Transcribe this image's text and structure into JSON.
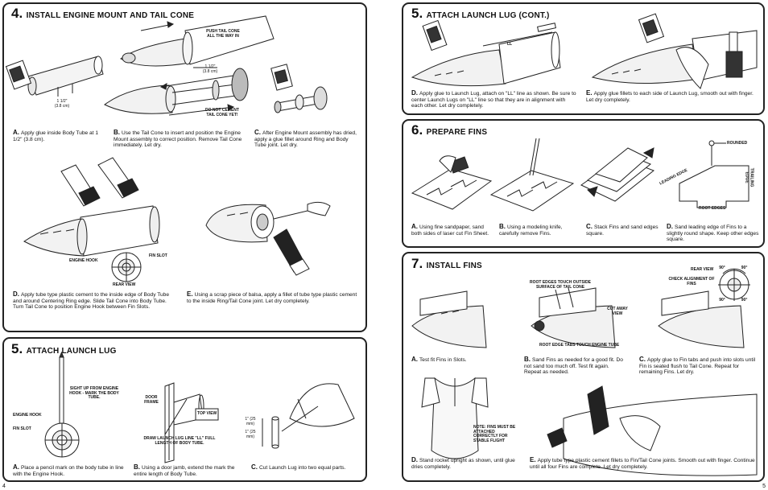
{
  "pages": {
    "left": "4",
    "right": "5"
  },
  "s4": {
    "number": "4.",
    "title": "INSTALL ENGINE MOUNT AND TAIL CONE",
    "labels": {
      "push": "PUSH TAIL CONE ALL THE WAY IN",
      "dim1": "1 1/2\" (3.8 cm)",
      "dim2": "1 1/2\" (3.8 cm)",
      "donot": "DO NOT CEMENT TAIL CONE YET!",
      "hook": "ENGINE HOOK",
      "fin_slot": "FIN SLOT",
      "rear": "REAR VIEW"
    },
    "steps": [
      {
        "letter": "A.",
        "text": "Apply glue inside Body Tube at 1 1/2\" (3.8 cm)."
      },
      {
        "letter": "B.",
        "text": "Use the Tail Cone to insert and position the Engine Mount assembly to correct position. Remove Tail Cone immediately. Let dry."
      },
      {
        "letter": "C.",
        "text": "After Engine Mount assembly has dried, apply a glue fillet around Ring and Body Tube joint. Let dry."
      },
      {
        "letter": "D.",
        "text": "Apply tube type plastic cement to the inside edge of Body Tube and around Centering Ring edge. Slide Tail Cone into Body Tube. Turn Tail Cone to position Engine Hook between Fin Slots."
      },
      {
        "letter": "E.",
        "text": "Using a scrap piece of balsa, apply a fillet of tube type plastic cement to the inside Ring/Tail Cone joint. Let dry completely."
      }
    ]
  },
  "s5": {
    "number": "5.",
    "title": "ATTACH LAUNCH LUG",
    "labels": {
      "sight": "SIGHT UP FROM ENGINE HOOK - MARK THE BODY TUBE.",
      "hook": "ENGINE HOOK",
      "fin_slot": "FIN SLOT",
      "door": "DOOR FRAME",
      "top": "TOP VIEW",
      "draw": "DRAW LAUNCH LUG LINE \"LL\" FULL LENGTH OF BODY TUBE.",
      "one_a": "1\" (25 mm)",
      "one_b": "1\" (25 mm)"
    },
    "steps": [
      {
        "letter": "A.",
        "text": "Place a pencil mark on the body tube in line with the Engine Hook."
      },
      {
        "letter": "B.",
        "text": "Using a door jamb, extend the mark the entire length of Body Tube."
      },
      {
        "letter": "C.",
        "text": "Cut Launch Lug into two equal parts."
      }
    ]
  },
  "s5c": {
    "number": "5.",
    "title": "ATTACH LAUNCH LUG (CONT.)",
    "labels": {
      "ll": "LL"
    },
    "steps": [
      {
        "letter": "D.",
        "text": "Apply glue to Launch Lug, attach on \"LL\" line as shown. Be sure to center Launch Lugs on \"LL\" line so that they are in alignment with each other. Let dry completely."
      },
      {
        "letter": "E.",
        "text": "Apply glue fillets to each side of Launch Lug, smooth out with finger. Let dry completely."
      }
    ]
  },
  "s6": {
    "number": "6.",
    "title": "PREPARE FINS",
    "labels": {
      "rounded": "ROUNDED",
      "leading": "LEADING EDGE",
      "trailing": "TRAILING EDGE",
      "root": "ROOT EDGES"
    },
    "steps": [
      {
        "letter": "A.",
        "text": "Using fine sandpaper, sand both sides of laser cut Fin Sheet."
      },
      {
        "letter": "B.",
        "text": "Using a modeling knife, carefully remove Fins."
      },
      {
        "letter": "C.",
        "text": "Stack Fins and sand edges square."
      },
      {
        "letter": "D.",
        "text": "Sand leading edge of Fins to a slightly round shape. Keep other edges square."
      }
    ]
  },
  "s7": {
    "number": "7.",
    "title": "INSTALL FINS",
    "labels": {
      "root_out": "ROOT EDGES TOUCH OUTSIDE SURFACE OF TAIL CONE",
      "cutaway": "CUT AWAY VIEW",
      "root_tabs": "ROOT EDGE TABS TOUCH ENGINE TUBE",
      "rear": "REAR VIEW",
      "check": "CHECK ALIGNMENT OF FINS",
      "note": "NOTE: FINS MUST BE ATTACHED CORRECTLY FOR STABLE FLIGHT",
      "deg": "90°"
    },
    "steps": [
      {
        "letter": "A.",
        "text": "Test fit Fins in Slots."
      },
      {
        "letter": "B.",
        "text": "Sand Fins as needed for a good fit. Do not sand too much off. Test fit again. Repeat as needed."
      },
      {
        "letter": "C.",
        "text": "Apply glue to Fin tabs and push into slots until Fin is seated flush to Tail Cone. Repeat for remaining Fins. Let dry."
      },
      {
        "letter": "D.",
        "text": "Stand rocket upright as shown, until glue dries completely."
      },
      {
        "letter": "E.",
        "text": "Apply tube type plastic cement fillets to Fin/Tail Cone joints. Smooth out with finger. Continue until all four Fins are complete. Let dry completely."
      }
    ]
  }
}
